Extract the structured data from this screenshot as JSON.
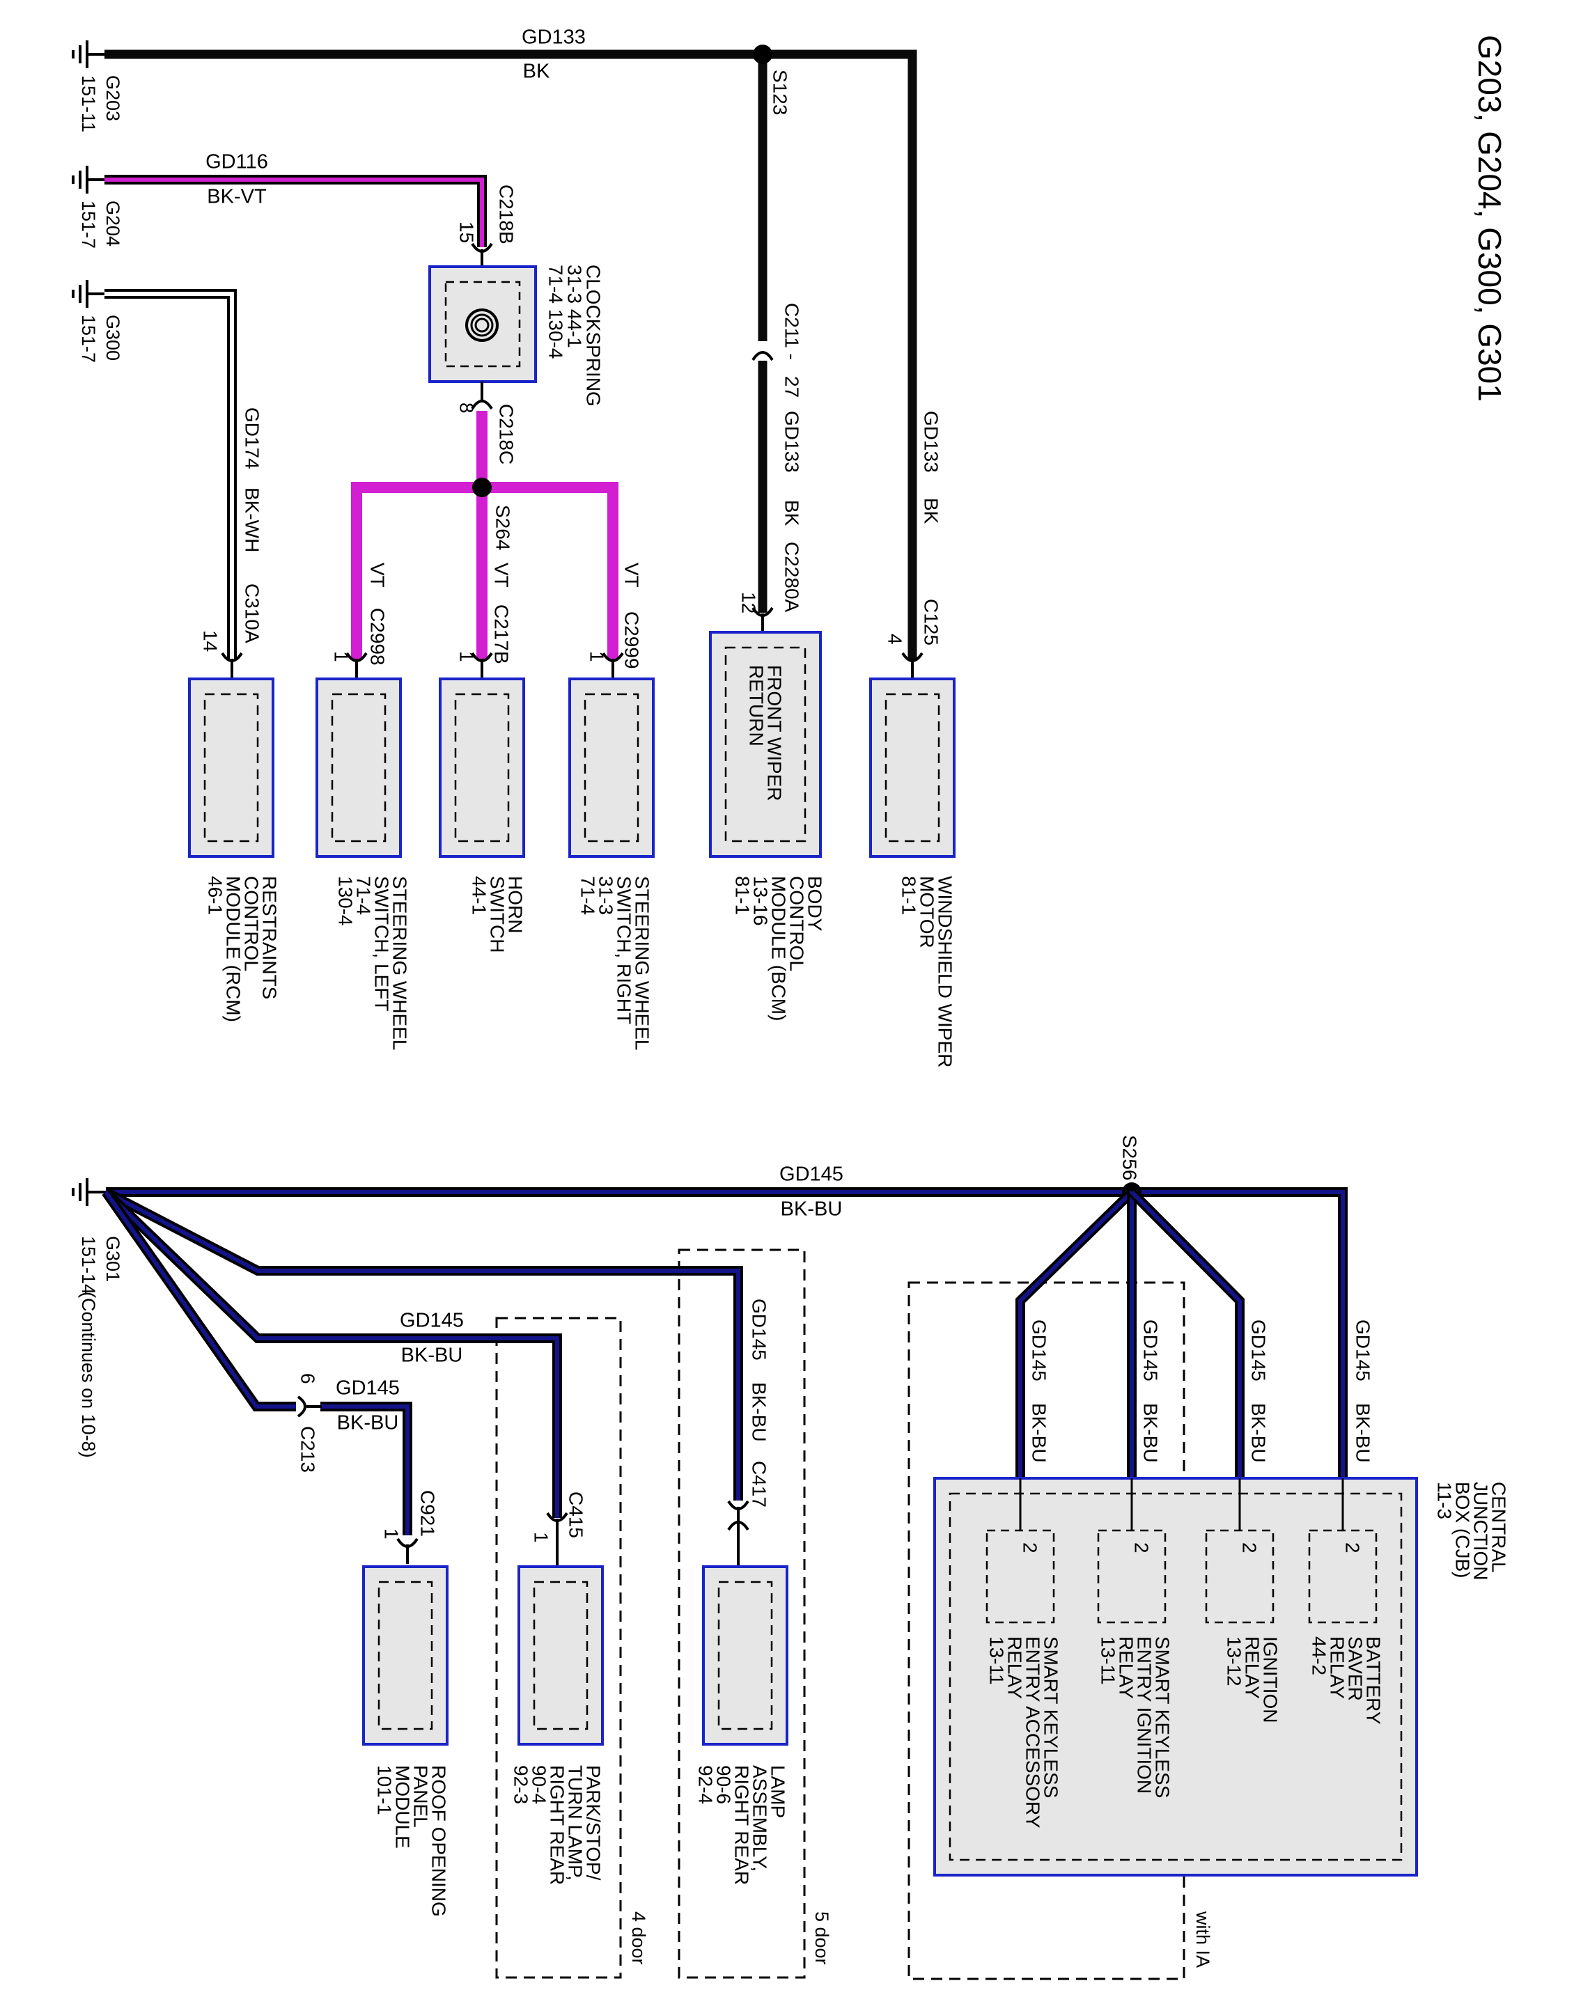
{
  "title": "G203, G204, G300, G301",
  "colors": {
    "black_wire": "#0a0a0a",
    "violet_wire": "#d11fd1",
    "blue_wire": "#14148a",
    "module_fill": "#e6e6e6",
    "module_border": "#1a24c8"
  },
  "icons": {
    "ground": "ground-icon",
    "splice": "splice-dot-icon",
    "clockspring": "clockspring-icon",
    "connector": "connector-fork-icon"
  },
  "grounds": {
    "g203": {
      "name": "G203",
      "ref": "151-11"
    },
    "g204": {
      "name": "G204",
      "ref": "151-7"
    },
    "g300": {
      "name": "G300",
      "ref": "151-7"
    },
    "g301": {
      "name": "G301",
      "ref": "151-14",
      "note": "(Continues on 10-8)"
    }
  },
  "wires": {
    "gd133_top": {
      "circuit": "GD133",
      "color": "BK"
    },
    "gd133_s123": {
      "splice": "S123"
    },
    "gd133_bcm": {
      "connector": "C211 -",
      "pin": "27",
      "circuit": "GD133",
      "color": "BK",
      "conn2": "C2280A",
      "pin2": "12"
    },
    "gd133_wiper": {
      "circuit": "GD133",
      "color": "BK",
      "connector": "C125",
      "pin": "4"
    },
    "gd116": {
      "circuit": "GD116",
      "color": "BK-VT",
      "connector": "C218B",
      "pin": "15"
    },
    "clock_out": {
      "connector": "C218C",
      "pin": "8"
    },
    "s264": {
      "splice": "S264"
    },
    "vt_left": {
      "color": "VT",
      "connector": "C2998",
      "pin": "1"
    },
    "vt_horn": {
      "color": "VT",
      "connector": "C217B",
      "pin": "1"
    },
    "vt_right": {
      "color": "VT",
      "connector": "C2999",
      "pin": "1"
    },
    "gd174": {
      "circuit": "GD174",
      "color": "BK-WH",
      "connector": "C310A",
      "pin": "14"
    },
    "gd145_main": {
      "circuit": "GD145",
      "color": "BK-BU"
    },
    "s256": {
      "splice": "S256"
    },
    "gd145_lamp": {
      "circuit": "GD145",
      "color": "BK-BU",
      "connector": "C417"
    },
    "gd145_park": {
      "circuit": "GD145",
      "color": "BK-BU",
      "connector": "C415",
      "pin": "1"
    },
    "gd145_roof": {
      "circuit": "GD145",
      "color": "BK-BU",
      "pin_inline": "6",
      "conn_inline": "C213",
      "connector": "C921",
      "pin": "1"
    },
    "cjb_branch_1": {
      "circuit": "GD145",
      "color": "BK-BU"
    },
    "cjb_branch_2": {
      "circuit": "GD145",
      "color": "BK-BU"
    },
    "cjb_branch_3": {
      "circuit": "GD145",
      "color": "BK-BU"
    },
    "cjb_branch_4": {
      "circuit": "GD145",
      "color": "BK-BU"
    }
  },
  "clockspring": {
    "lines": [
      "CLOCKSPRING",
      "31-3   44-1",
      "71-4   130-4"
    ]
  },
  "modules": {
    "windshield_wiper": {
      "lines": [
        "WINDSHIELD WIPER",
        "MOTOR",
        "81-1"
      ]
    },
    "bcm": {
      "inner": [
        "FRONT WIPER",
        "RETURN"
      ],
      "lines": [
        "BODY",
        "CONTROL",
        "MODULE (BCM)",
        "13-16",
        "81-1"
      ]
    },
    "sw_right": {
      "lines": [
        "STEERING WHEEL",
        "SWITCH, RIGHT",
        "31-3",
        "71-4"
      ]
    },
    "horn": {
      "lines": [
        "HORN",
        "SWITCH",
        "44-1"
      ]
    },
    "sw_left": {
      "lines": [
        "STEERING WHEEL",
        "SWITCH, LEFT",
        "71-4",
        "130-4"
      ]
    },
    "rcm": {
      "lines": [
        "RESTRAINTS",
        "CONTROL",
        "MODULE (RCM)",
        "46-1"
      ]
    },
    "cjb": {
      "lines": [
        "CENTRAL",
        "JUNCTION",
        "BOX (CJB)",
        "11-3"
      ]
    },
    "relay_battery": {
      "pin": "2",
      "lines": [
        "BATTERY",
        "SAVER",
        "RELAY",
        "44-2"
      ]
    },
    "relay_ignition": {
      "pin": "2",
      "lines": [
        "IGNITION",
        "RELAY",
        "13-12"
      ]
    },
    "relay_ske_ign": {
      "pin": "2",
      "lines": [
        "SMART KEYLESS",
        "ENTRY IGNITION",
        "RELAY",
        "13-11"
      ]
    },
    "relay_ske_acc": {
      "pin": "2",
      "lines": [
        "SMART KEYLESS",
        "ENTRY ACCESSORY",
        "RELAY",
        "13-11"
      ]
    },
    "lamp_rr": {
      "lines": [
        "LAMP",
        "ASSEMBLY,",
        "RIGHT REAR",
        "90-6",
        "92-4"
      ]
    },
    "park_rr": {
      "lines": [
        "PARK/STOP/",
        "TURN LAMP,",
        "RIGHT REAR",
        "90-4",
        "92-3"
      ]
    },
    "roof": {
      "lines": [
        "ROOF OPENING",
        "PANEL",
        "MODULE",
        "101-1"
      ]
    }
  },
  "options": {
    "with_ia": "with IA",
    "five_door": "5 door",
    "four_door": "4 door"
  }
}
